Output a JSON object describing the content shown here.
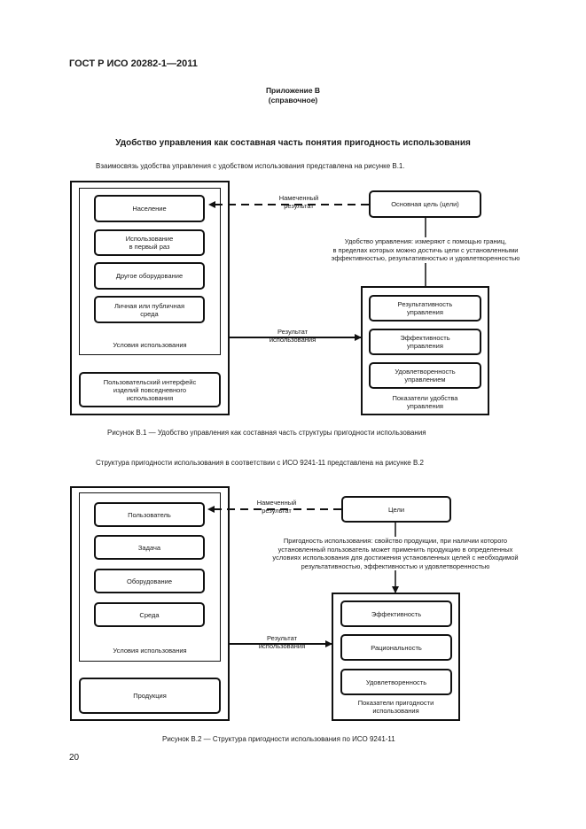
{
  "header": {
    "standard": "ГОСТ Р ИСО 20282-1—2011"
  },
  "annex": {
    "title": "Приложение В",
    "type": "(справочное)"
  },
  "section_title": "Удобство управления как составная часть понятия пригодность использования",
  "figure1": {
    "intro": "Взаимосвязь удобства управления с удобством использования представлена на рисунке В.1.",
    "left_items": [
      "Население",
      "Использование\nв первый раз",
      "Другое оборудование",
      "Личная или публичная\nсреда"
    ],
    "left_label": "Условия использования",
    "left_bottom": "Пользовательский интерфейс\nизделий повседневного\nиспользования",
    "arrow_top_label": "Намеченный\nрезультат",
    "goal": "Основная цель (цели)",
    "note": "Удобство управления: измеряют с помощью границ,\nв пределах которых можно достичь цели с установленными\nэффективностью, результативностью и удовлетворенностью",
    "right_items": [
      "Результативность\nуправления",
      "Эффективность\nуправления",
      "Удовлетворенность\nуправлением"
    ],
    "right_label": "Показатели удобства\nуправления",
    "arrow_mid_label": "Результат\nиспользования",
    "caption": "Рисунок В.1 — Удобство управления как составная часть структуры пригодности использования"
  },
  "figure2": {
    "intro": "Структура пригодности использования в соответствии с ИСО 9241-11 представлена на рисунке В.2",
    "left_items": [
      "Пользователь",
      "Задача",
      "Оборудование",
      "Среда"
    ],
    "left_label": "Условия использования",
    "left_bottom": "Продукция",
    "arrow_top_label": "Намеченный\nрезультат",
    "goal": "Цели",
    "note": "Пригодность использования: свойство продукции, при наличии которого\nустановленный пользователь может применить продукцию в определенных\nусловиях использования для достижения установленных целей с необходимой\nрезультативностью, эффективностью и удовлетворенностью",
    "right_items": [
      "Эффективность",
      "Рациональность",
      "Удовлетворенность"
    ],
    "right_label": "Показатели пригодности\nиспользования",
    "arrow_mid_label": "Результат\nиспользования",
    "caption": "Рисунок В.2 — Структура пригодности использования по ИСО 9241-11"
  },
  "page_number": "20"
}
